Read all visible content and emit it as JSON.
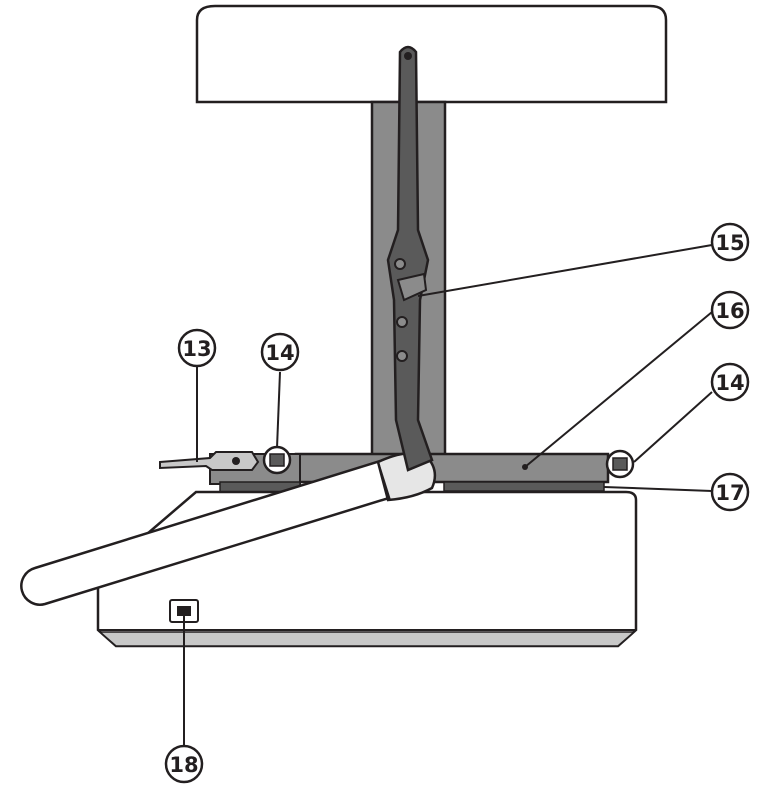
{
  "colors": {
    "outline": "#231f20",
    "panel_gray": "#8b8b8b",
    "dark_gray": "#5a5a5a",
    "handle_fill": "#ffffff",
    "light_gray": "#c8c8c8"
  },
  "callouts": [
    {
      "id": "c13",
      "label": "13"
    },
    {
      "id": "c14a",
      "label": "14"
    },
    {
      "id": "c14b",
      "label": "14"
    },
    {
      "id": "c15",
      "label": "15"
    },
    {
      "id": "c16",
      "label": "16"
    },
    {
      "id": "c17",
      "label": "17"
    },
    {
      "id": "c18",
      "label": "18"
    }
  ]
}
